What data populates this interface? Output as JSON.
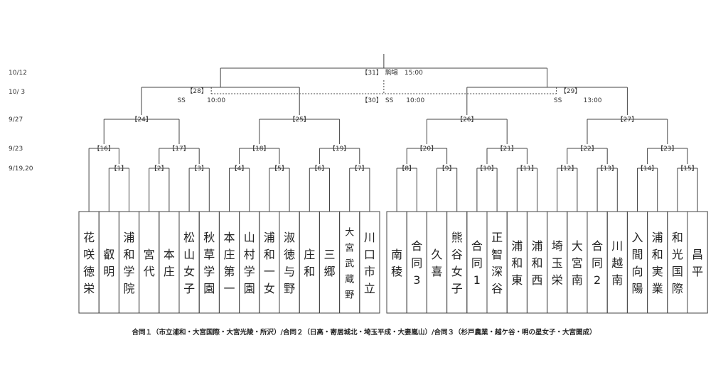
{
  "dates": [
    "10/12",
    "10/ 3",
    "9/27",
    "9/23",
    "9/19,20"
  ],
  "teams": [
    "花咲徳栄",
    "叡明",
    "浦和学院",
    "宮代",
    "本庄",
    "松山女子",
    "秋草学園",
    "本庄第一",
    "山村学園",
    "浦和一女",
    "淑徳与野",
    "庄和",
    "三郷",
    "大宮武蔵野",
    "川口市立",
    "南稜",
    "合同3",
    "久喜",
    "熊谷女子",
    "合同1",
    "正智深谷",
    "浦和東",
    "浦和西",
    "埼玉栄",
    "大宮南",
    "合同2",
    "川越南",
    "入間向陽",
    "浦和実業",
    "和光国際",
    "昌平"
  ],
  "games": {
    "g1": "【1】",
    "g2": "【2】",
    "g3": "【3】",
    "g4": "【4】",
    "g5": "【5】",
    "g6": "【6】",
    "g7": "【7】",
    "g8": "【8】",
    "g9": "【9】",
    "g10": "【10】",
    "g11": "【11】",
    "g12": "【12】",
    "g13": "【13】",
    "g14": "【14】",
    "g15": "【15】",
    "g16": "【16】",
    "g17": "【17】",
    "g18": "【18】",
    "g19": "【19】",
    "g20": "【20】",
    "g21": "【21】",
    "g22": "【22】",
    "g23": "【23】",
    "g24": "【24】",
    "g25": "【25】",
    "g26": "【26】",
    "g27": "【27】",
    "g28": "【28】",
    "g29": "【29】",
    "g30": "【30】",
    "g31": "【31】"
  },
  "venues": {
    "g31": "駒場　15:00",
    "g28_ss": "SS",
    "g28_time": "10:00",
    "g30": "SS　　10:00",
    "g29_ss": "SS",
    "g29_time": "13:00"
  },
  "footnote": "合同１（市立浦和・大宮国際・大宮光陵・所沢）/合同２（日高・寄居城北・埼玉平成・大妻嵐山）/合同３（杉戸農業・越ケ谷・明の星女子・大宮開成）"
}
